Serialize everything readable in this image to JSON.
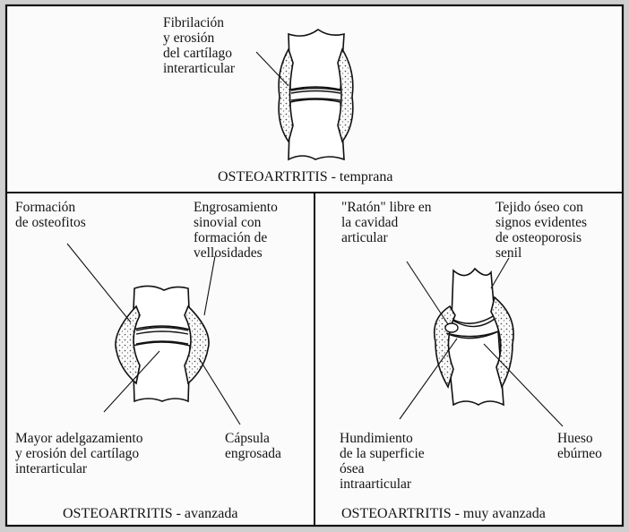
{
  "panels": {
    "early": {
      "caption": "OSTEOARTRITIS - temprana",
      "labels": {
        "cartilage": "Fibrilación\ny erosión\ndel cartílago\ninterarticular"
      }
    },
    "advanced": {
      "caption": "OSTEOARTRITIS - avanzada",
      "labels": {
        "osteophytes": "Formación\nde osteofitos",
        "synovial": "Engrosamiento\nsinovial con\nformación de\nvellosidades",
        "thinning": "Mayor adelgazamiento\ny erosión del cartílago\ninterarticular",
        "capsule": "Cápsula\nengrosada"
      }
    },
    "very_advanced": {
      "caption": "OSTEOARTRITIS - muy avanzada",
      "labels": {
        "loose_body": "\"Ratón\" libre en\nla cavidad\narticular",
        "osteoporosis": "Tejido óseo con\nsignos evidentes\nde osteoporosis\nsenil",
        "collapse": "Hundimiento\nde la superficie\nósea\nintraarticular",
        "eburnated": "Hueso\nebúrneo"
      }
    }
  }
}
